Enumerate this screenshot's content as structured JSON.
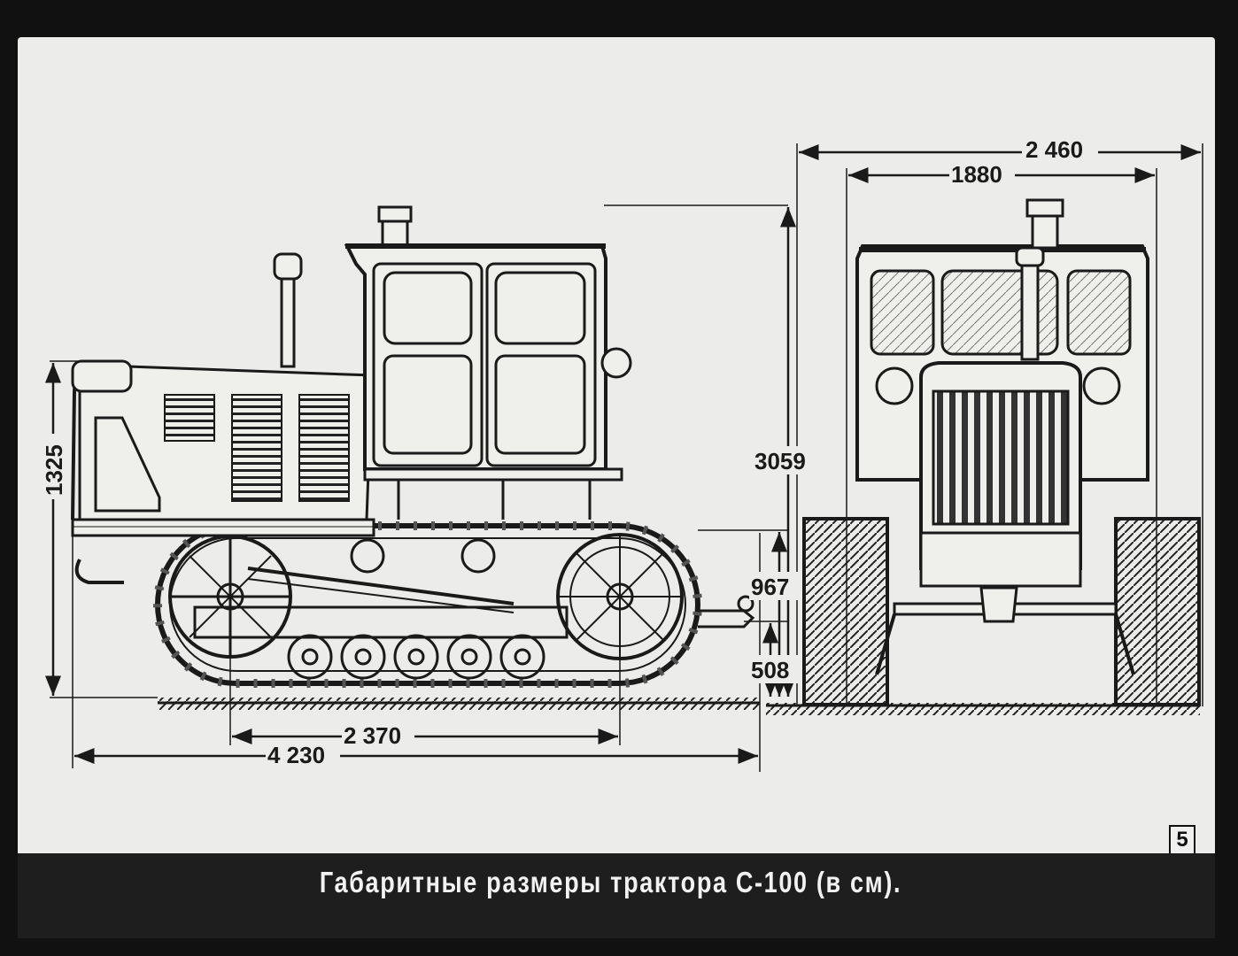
{
  "diagram": {
    "dimensions": {
      "overall_length": "4 230",
      "track_base": "2 370",
      "overall_width": "2 460",
      "track_gauge": "1880",
      "overall_height": "3059",
      "hood_height": "1325",
      "drawbar_height_upper": "967",
      "drawbar_height_lower": "508"
    }
  },
  "caption": "Габаритные размеры трактора С-100 (в см).",
  "page_number": "5"
}
